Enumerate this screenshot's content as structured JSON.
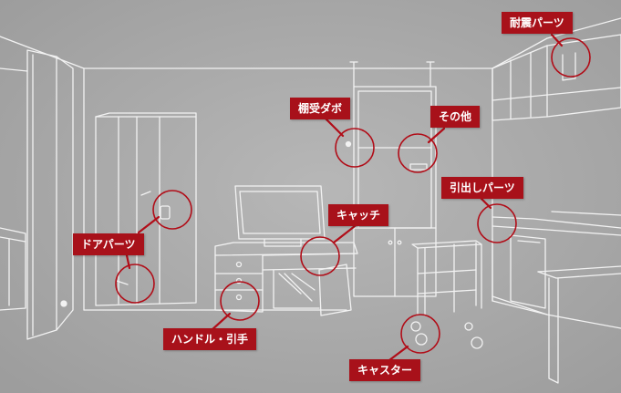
{
  "labels": {
    "seismic": "耐震パーツ",
    "shelf_dowel": "棚受ダボ",
    "other": "その他",
    "drawer": "引出しパーツ",
    "catch": "キャッチ",
    "door": "ドアパーツ",
    "handle": "ハンドル・引手",
    "caster": "キャスター"
  },
  "colors": {
    "accent": "#a8111a",
    "background": "#a9a9a9",
    "line": "#f2f2f2"
  }
}
